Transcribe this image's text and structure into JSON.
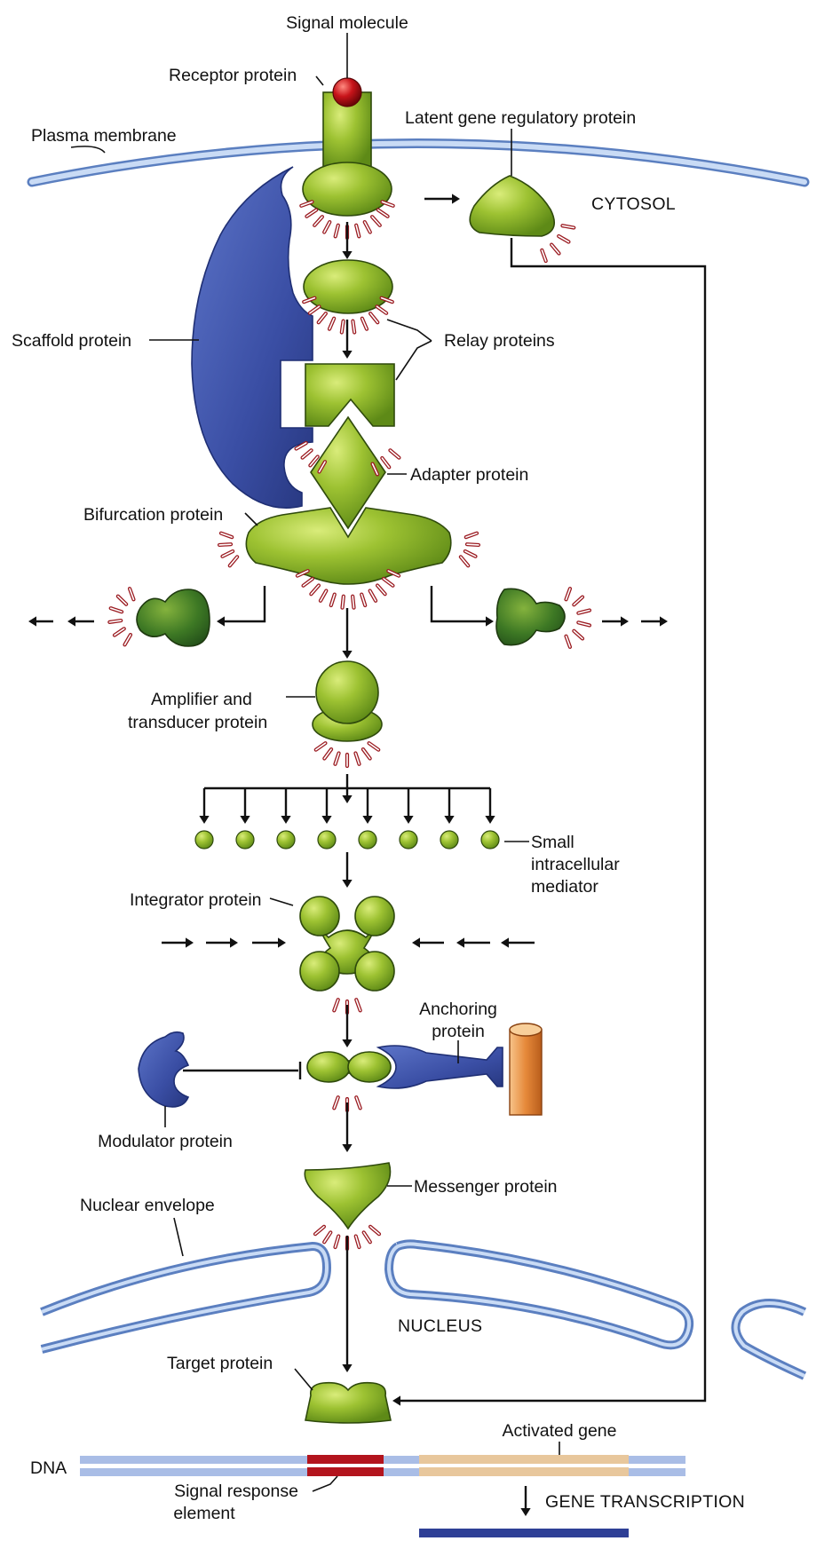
{
  "labels": {
    "signal_molecule": "Signal molecule",
    "receptor_protein": "Receptor protein",
    "plasma_membrane": "Plasma membrane",
    "latent_gene": "Latent gene regulatory protein",
    "cytosol": "CYTOSOL",
    "scaffold": "Scaffold protein",
    "relay": "Relay proteins",
    "adapter": "Adapter protein",
    "bifurcation": "Bifurcation protein",
    "amplifier_1": "Amplifier and",
    "amplifier_2": "transducer protein",
    "small_1": "Small",
    "small_2": "intracellular",
    "small_3": "mediator",
    "integrator": "Integrator protein",
    "anchoring_1": "Anchoring",
    "anchoring_2": "protein",
    "modulator": "Modulator protein",
    "messenger": "Messenger protein",
    "nuclear_envelope": "Nuclear envelope",
    "nucleus": "NUCLEUS",
    "target": "Target protein",
    "activated_gene": "Activated gene",
    "dna": "DNA",
    "sre_1": "Signal response",
    "sre_2": "element",
    "gene_transcription": "GENE TRANSCRIPTION"
  },
  "colors": {
    "protein_green": "#8fb52a",
    "protein_dark_green": "#3f7a24",
    "scaffold_blue": "#3b4fa3",
    "membrane_blue": "#5b7fc0",
    "phosphate_red": "#9b1c22",
    "signal_red": "#c0141a",
    "dna_blue": "#a9bde6",
    "dna_red": "#b3141d",
    "gene_tan": "#e8c79c",
    "anchor_orange": "#e59a4a",
    "transcript_navy": "#2e3f96"
  }
}
